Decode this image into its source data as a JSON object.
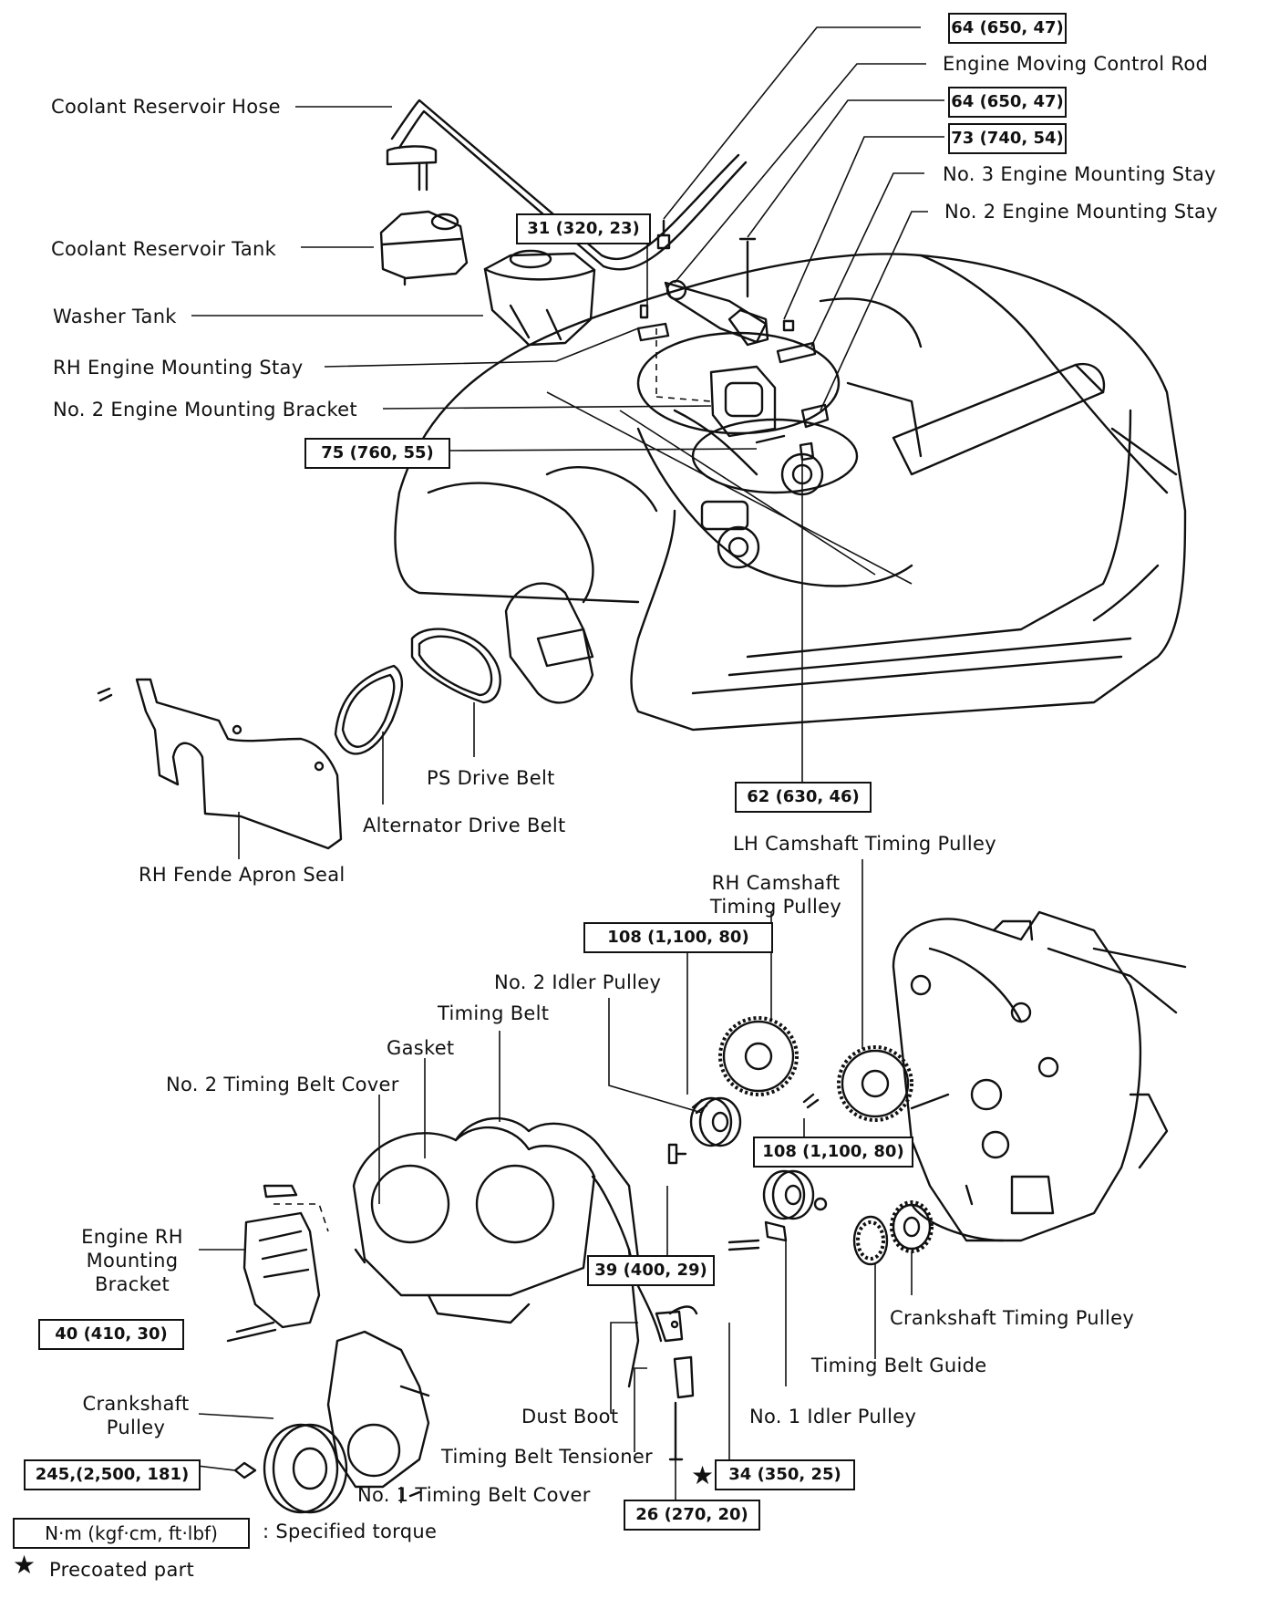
{
  "labels": {
    "engine_moving_control_rod": "Engine Moving Control Rod",
    "coolant_reservoir_hose": "Coolant Reservoir Hose",
    "no3_engine_mounting_stay": "No. 3 Engine Mounting Stay",
    "no2_engine_mounting_stay": "No. 2 Engine Mounting Stay",
    "coolant_reservoir_tank": "Coolant Reservoir Tank",
    "washer_tank": "Washer Tank",
    "rh_engine_mounting_stay": "RH Engine Mounting Stay",
    "no2_engine_mounting_bracket": "No. 2 Engine Mounting Bracket",
    "ps_drive_belt": "PS Drive Belt",
    "alternator_drive_belt": "Alternator Drive Belt",
    "rh_fende_apron_seal": "RH Fende Apron Seal",
    "lh_camshaft_timing_pulley": "LH Camshaft Timing Pulley",
    "rh_camshaft_timing_pulley": "RH Camshaft Timing Pulley",
    "no2_idler_pulley": "No. 2 Idler Pulley",
    "timing_belt": "Timing Belt",
    "gasket": "Gasket",
    "no2_timing_belt_cover": "No. 2 Timing Belt Cover",
    "engine_rh_mounting_bracket": "Engine RH Mounting Bracket",
    "crankshaft_timing_pulley": "Crankshaft Timing Pulley",
    "timing_belt_guide": "Timing Belt Guide",
    "crankshaft_pulley": "Crankshaft Pulley",
    "dust_boot": "Dust Boot",
    "no1_idler_pulley": "No. 1 Idler Pulley",
    "timing_belt_tensioner": "Timing Belt Tensioner",
    "no1_timing_belt_cover": "No. 1 Timing Belt Cover"
  },
  "torques": {
    "t1": "64 (650, 47)",
    "t2": "64 (650, 47)",
    "t3": "73 (740, 54)",
    "t4": "31 (320, 23)",
    "t5": "75 (760, 55)",
    "t6": "62 (630, 46)",
    "t7": "108 (1,100, 80)",
    "t8": "108 (1,100, 80)",
    "t9": "39 (400, 29)",
    "t10": "40 (410, 30)",
    "t11": "245,(2,500, 181)",
    "t12": "34 (350, 25)",
    "t13": "26 (270, 20)"
  },
  "legend": {
    "torque_unit": "N·m (kgf·cm, ft·lbf)",
    "torque_desc": ": Specified torque",
    "star_symbol": "★",
    "precoated": "Precoated part"
  }
}
